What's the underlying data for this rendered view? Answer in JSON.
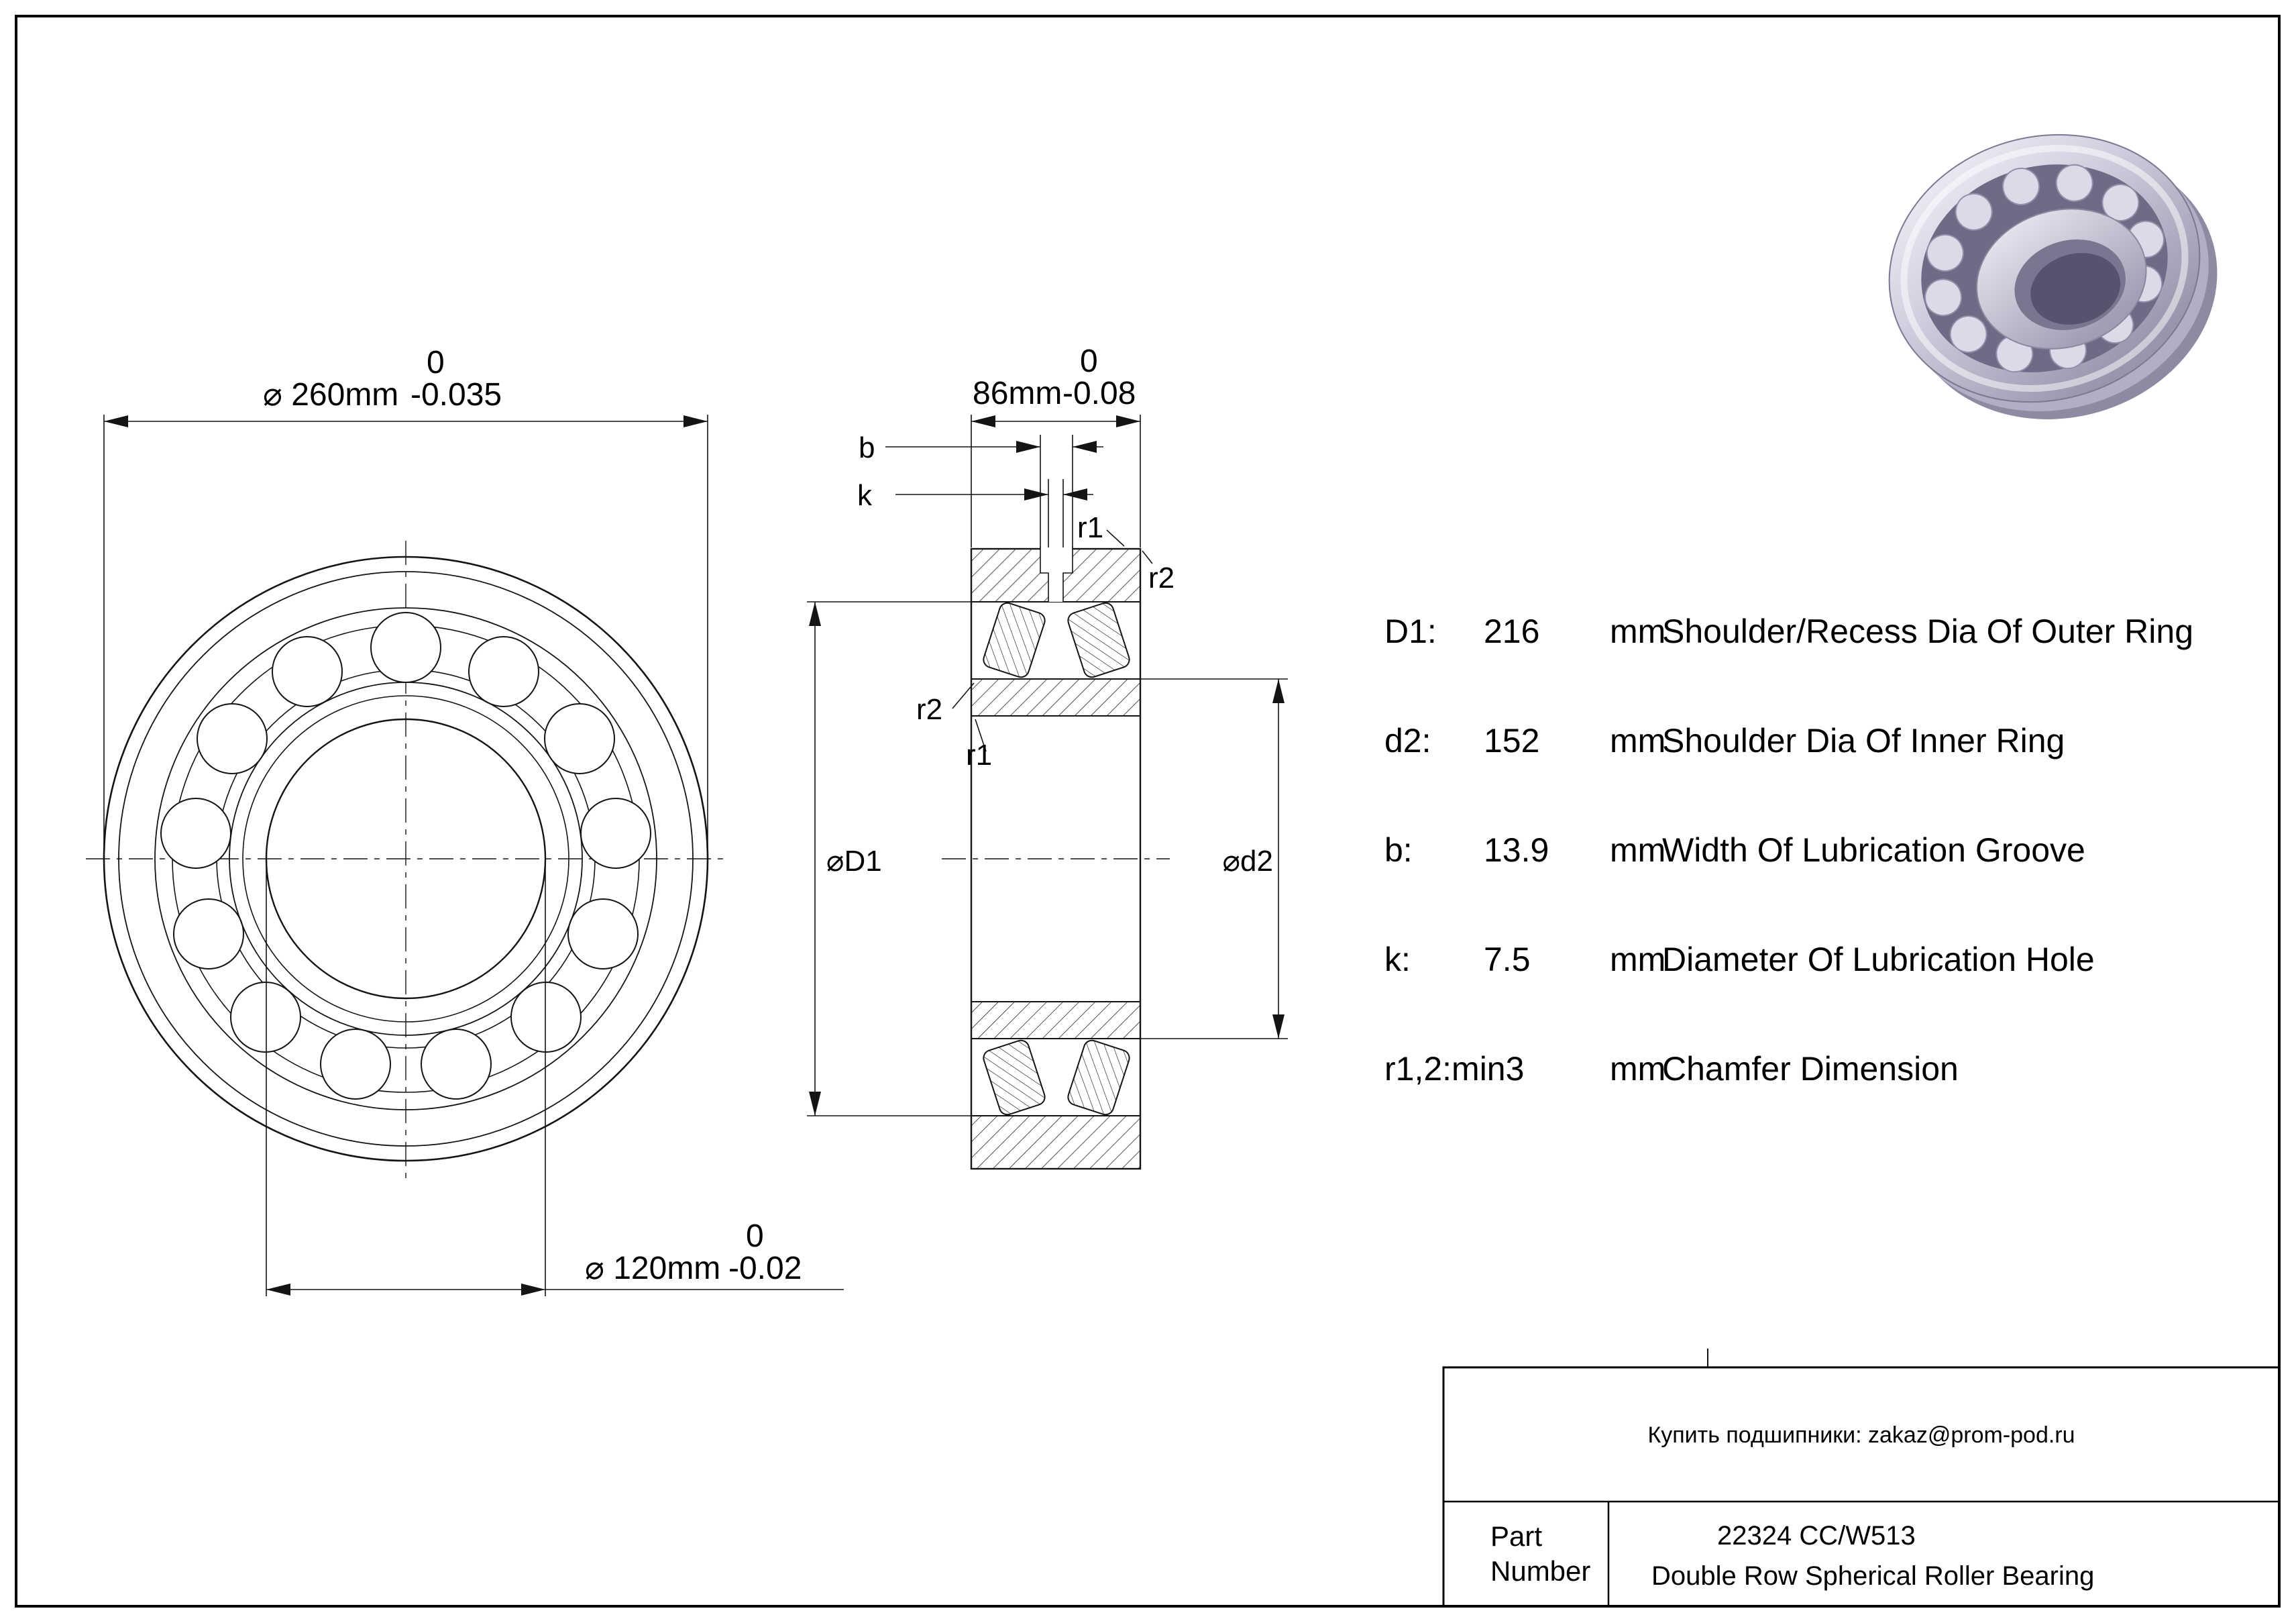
{
  "front_view": {
    "outer_dim": {
      "tol_upper": "0",
      "label": "⌀ 260mm",
      "tol_lower": "-0.035"
    },
    "bore_dim": {
      "tol_upper": "0",
      "label": "⌀ 120mm",
      "tol_lower": "-0.02"
    }
  },
  "section_view": {
    "width_dim": {
      "tol_upper": "0",
      "label": "86mm",
      "tol_lower": "-0.08"
    },
    "groove_width_label": "b",
    "hole_dia_label": "k",
    "chamfer_r1_top": "r1",
    "chamfer_r2_top": "r2",
    "chamfer_r2_side": "r2",
    "chamfer_r1_side": "r1",
    "outer_shoulder_label": "⌀D1",
    "inner_shoulder_label": "⌀d2"
  },
  "specs": [
    {
      "param": "D1:",
      "value": "216",
      "unit": "mm",
      "desc": "Shoulder/Recess Dia Of Outer Ring"
    },
    {
      "param": "d2:",
      "value": "152",
      "unit": "mm",
      "desc": "Shoulder Dia Of Inner Ring"
    },
    {
      "param": "b:",
      "value": "13.9",
      "unit": "mm",
      "desc": "Width Of Lubrication Groove"
    },
    {
      "param": "k:",
      "value": "7.5",
      "unit": "mm",
      "desc": "Diameter Of Lubrication Hole"
    },
    {
      "param": "r1,2:min3",
      "value": "",
      "unit": "mm",
      "desc": "Chamfer Dimension"
    }
  ],
  "title_block": {
    "contact": "Купить подшипники: zakaz@prom-pod.ru",
    "part_label_line1": "Part",
    "part_label_line2": "Number",
    "part_number": "22324 CC/W513",
    "part_description": "Double Row Spherical Roller Bearing"
  }
}
